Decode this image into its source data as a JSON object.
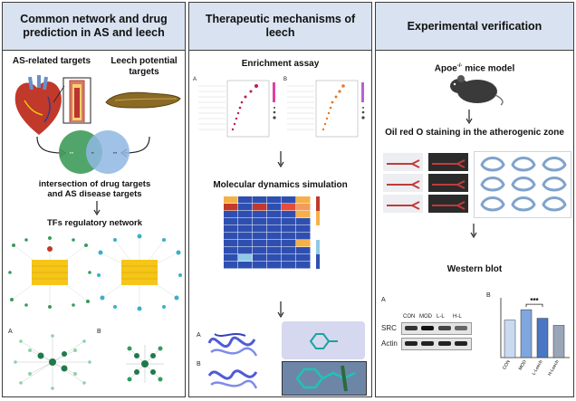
{
  "panels": {
    "left": {
      "title_line1": "Common network and drug",
      "title_line2": "prediction in AS and leech",
      "as_targets": "AS-related targets",
      "leech_targets_line1": "Leech potential",
      "leech_targets_line2": "targets",
      "intersection_line1": "intersection of drug targets",
      "intersection_line2": "and AS disease targets",
      "tfs_network": "TFs regulatory network",
      "label_a": "A",
      "label_b": "B"
    },
    "middle": {
      "title_line1": "Therapeutic mechanisms of",
      "title_line2": "leech",
      "enrichment": "Enrichment assay",
      "md_simulation": "Molecular dynamics simulation",
      "label_a": "A",
      "label_b": "B",
      "label_a2": "A",
      "label_b2": "B"
    },
    "right": {
      "title": "Experimental verification",
      "mice_model_prefix": "Apoe",
      "mice_model_sup": "-/-",
      "mice_model_suffix": " mice model",
      "oil_red": "Oil red O staining in the atherogenic zone",
      "western_blot": "Western blot",
      "label_a": "A",
      "label_b": "B",
      "wb_lanes": [
        "CON",
        "MOD",
        "L-L",
        "H-L"
      ],
      "wb_row1": "SRC",
      "wb_row2": "Actin",
      "significance": "***"
    }
  },
  "chart_data": {
    "type": "bar",
    "categories": [
      "CON",
      "MOD",
      "L-Leech",
      "H-Leech"
    ],
    "values": [
      1.0,
      1.28,
      1.05,
      0.86
    ],
    "ylim": [
      0,
      1.5
    ],
    "colors": [
      "#c9d9f0",
      "#7fa6de",
      "#4a76c4",
      "#9aa6b8"
    ]
  },
  "colors": {
    "header_bg": "#d9e2f1",
    "venn_left": "#3f9b5a",
    "venn_right": "#8fb7e3",
    "heatmap_blue": "#2f4fb0"
  }
}
